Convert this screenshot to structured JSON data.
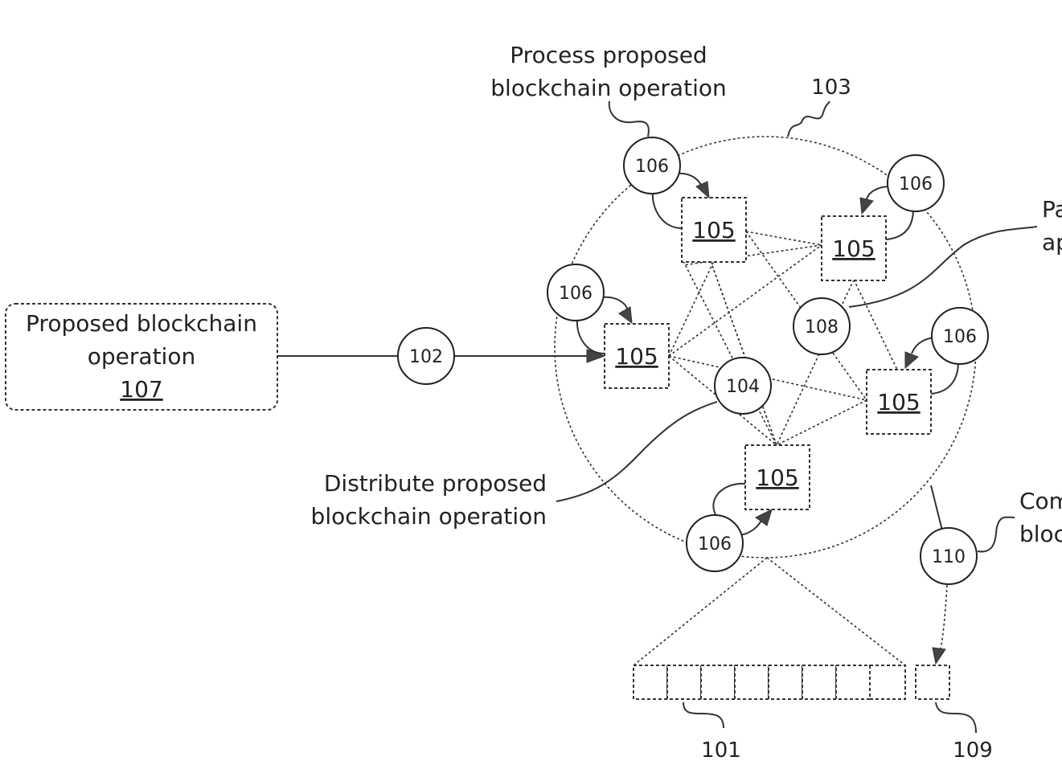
{
  "labels": {
    "process": [
      "Process proposed",
      "blockchain operation"
    ],
    "distribute": [
      "Distribute proposed",
      "blockchain operation"
    ],
    "proposed_box": [
      "Proposed blockchain",
      "operation"
    ],
    "proposed_box_ref": "107",
    "cut_right_top": [
      "Pa",
      "ap"
    ],
    "cut_right_bottom": [
      "Com",
      "bloc"
    ]
  },
  "refs": {
    "network": "103",
    "submit": "102",
    "distribute": "104",
    "node": "105",
    "process": "106",
    "participate": "108",
    "commit": "110",
    "chain": "101",
    "new_block": "109"
  }
}
